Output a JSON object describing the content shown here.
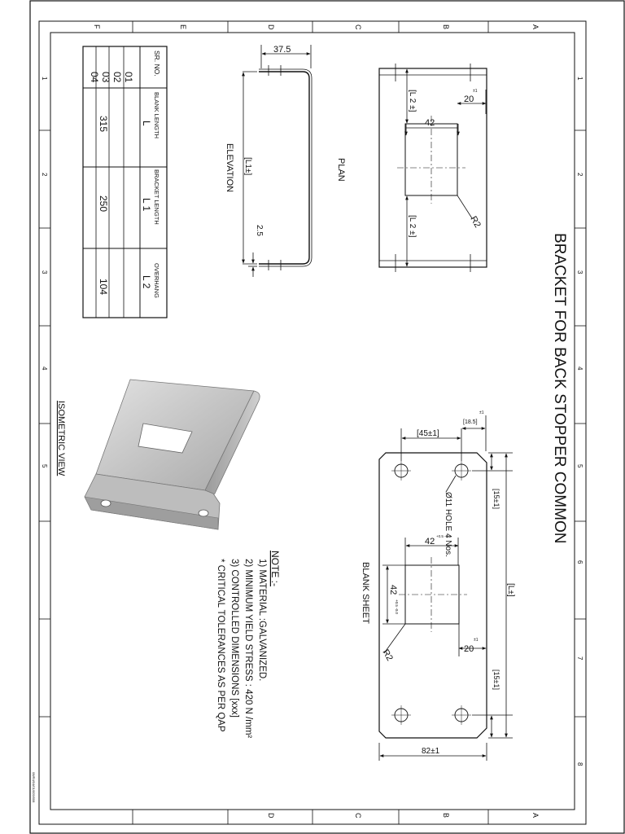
{
  "title": "BRACKET FOR BACK STOPPER COMMON",
  "zone_letters": [
    "A",
    "B",
    "C",
    "D",
    "E",
    "F"
  ],
  "zone_numbers": [
    "1",
    "2",
    "3",
    "4",
    "5",
    "6",
    "7",
    "8"
  ],
  "views": {
    "plan_label": "PLAN",
    "elevation_label": "ELEVATION",
    "isometric_label": "ISOMETRIC VIEW",
    "blank_label": "BLANK SHEET"
  },
  "dimensions": {
    "elev_width": "37.5",
    "elev_length": "[L1±]",
    "elev_thickness": "2.5",
    "plan_overhang_top": "[L 2 ±]",
    "plan_overhang_bottom": "[L 2 ±]",
    "plan_slot_width": "42",
    "plan_edge": "20",
    "plan_edge_tol": "±1",
    "plan_radius": "R2",
    "blank_edge_45": "[45±1]",
    "blank_edge_185": "[18.5]",
    "blank_edge_185_tol": "±1",
    "blank_hole": "Ø11 HOLE 4 Nos.",
    "blank_15_top": "[15±1]",
    "blank_15_bottom": "[15±1]",
    "blank_L": "[L±]",
    "blank_slot_h": "42",
    "blank_slot_v": "42",
    "blank_tol_small": "+0.5 -0.0",
    "blank_edge_20": "20",
    "blank_edge_20_tol": "±1",
    "blank_radius": "R2",
    "blank_width": "82±1"
  },
  "table": {
    "headers": [
      "SR. NO.",
      "BLANK LENGTH",
      "BRACKET LENGTH",
      "OVERHANG"
    ],
    "subheaders": [
      "",
      "L",
      "L 1",
      "L 2"
    ],
    "sr_numbers": [
      "01",
      "02",
      "03",
      "04"
    ],
    "values": [
      "315",
      "250",
      "104"
    ]
  },
  "notes": {
    "heading": "NOTE :-",
    "lines": [
      "1) MATERIAL :GALVANIZED.",
      "2) MINIMUM YIELD STRESS : 420 N /mm²",
      "3) CONTROLLED DIMENSIONS [xxx]",
      "* CRITICAL TOLERANCES AS PER QAP"
    ]
  },
  "doc_code": "08/R4/04/01/005/008"
}
